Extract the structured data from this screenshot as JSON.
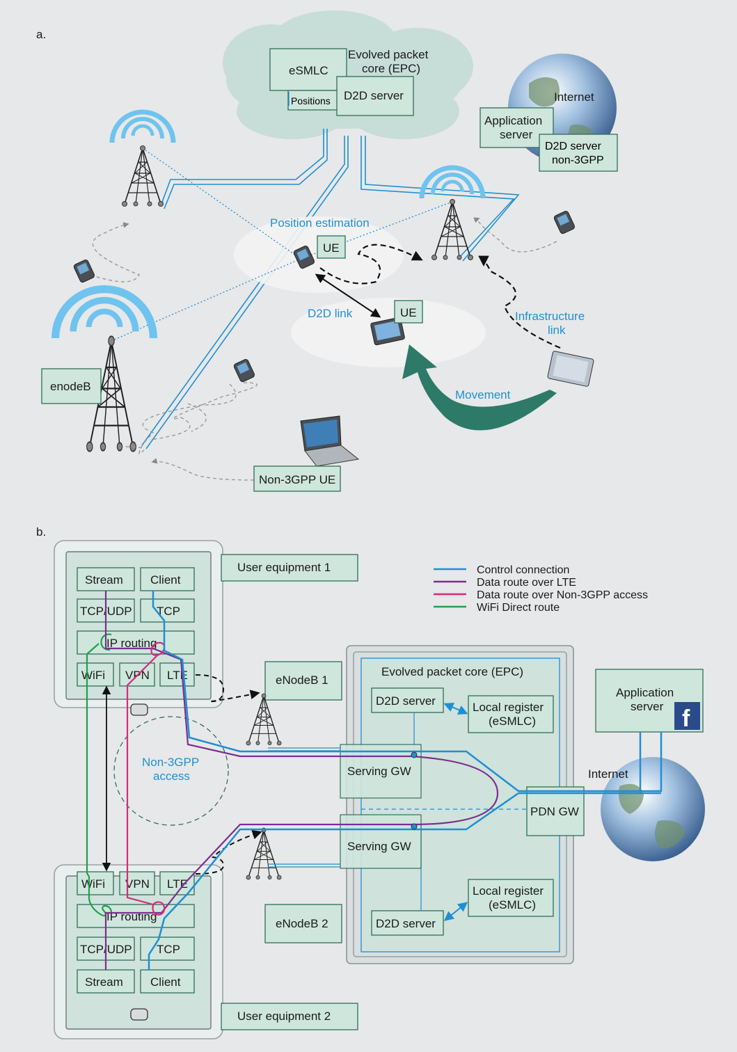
{
  "panel_a": {
    "label": "a.",
    "epc_title_line1": "Evolved packet",
    "epc_title_line2": "core (EPC)",
    "esmlc": "eSMLC",
    "positions": "Positions",
    "d2d_server": "D2D server",
    "internet": "Internet",
    "app_server_line1": "Application",
    "app_server_line2": "server",
    "d2d_non3gpp_line1": "D2D server",
    "d2d_non3gpp_line2": "non-3GPP",
    "position_estimation": "Position estimation",
    "ue": "UE",
    "d2d_link": "D2D link",
    "infra_link_line1": "Infrastructure",
    "infra_link_line2": "link",
    "enodeb": "enodeB",
    "movement": "Movement",
    "non3gpp_ue": "Non-3GPP UE"
  },
  "panel_b": {
    "label": "b.",
    "ue1_title": "User equipment 1",
    "ue2_title": "User equipment 2",
    "stream": "Stream",
    "client": "Client",
    "tcp_udp": "TCP/UDP",
    "tcp": "TCP",
    "ip_routing": "IP routing",
    "wifi": "WiFi",
    "vpn": "VPN",
    "lte": "LTE",
    "enodeb1": "eNodeB 1",
    "enodeb2": "eNodeB 2",
    "non3gpp_line1": "Non-3GPP",
    "non3gpp_line2": "access",
    "epc_title": "Evolved packet core (EPC)",
    "d2d_server": "D2D server",
    "local_register_line1": "Local register",
    "local_register_line2": "(eSMLC)",
    "serving_gw": "Serving GW",
    "pdn_gw": "PDN GW",
    "app_server_line1": "Application",
    "app_server_line2": "server",
    "internet": "Internet",
    "legend": [
      {
        "label": "Control connection",
        "color": "#1f8fd2"
      },
      {
        "label": "Data route over LTE",
        "color": "#7b2f8e"
      },
      {
        "label": "Data route over Non-3GPP access",
        "color": "#d62b7c"
      },
      {
        "label": "WiFi Direct route",
        "color": "#1fa04a"
      }
    ]
  },
  "colors": {
    "background": "#e7e8e9",
    "box_fill": "#cfe6dd",
    "box_stroke": "#2f6e58",
    "accent_blue": "#1f8fd2",
    "movement_arrow": "#2d7a69"
  }
}
